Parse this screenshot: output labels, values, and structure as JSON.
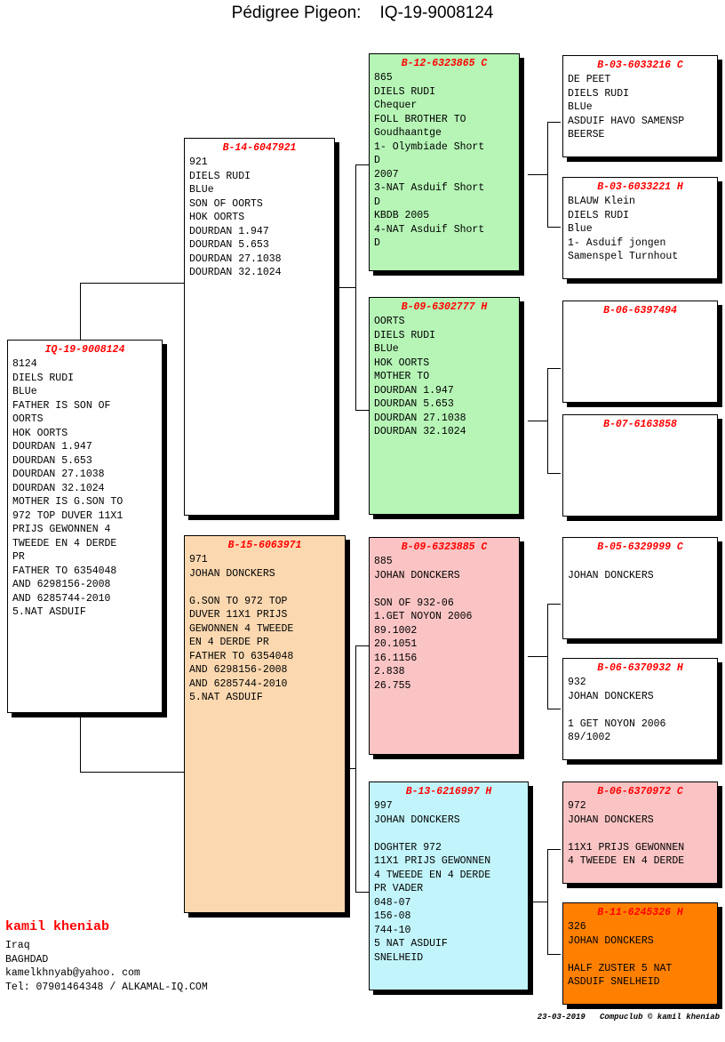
{
  "title": "Pédigree Pigeon:    IQ-19-9008124",
  "colors": {
    "title_text": "#ff0000",
    "body_text": "#000000",
    "green": "#b6f5b6",
    "orange_light": "#fbd8b0",
    "pink": "#fac4c4",
    "cyan": "#c2f5fb",
    "orange": "#ff8000",
    "white": "#ffffff",
    "shadow": "#000000"
  },
  "boxes": {
    "subject": {
      "ring": "IQ-19-9008124",
      "body": "8124\nDIELS RUDI\nBLUe\nFATHER IS SON OF\nOORTS\nHOK OORTS\nDOURDAN 1.947\nDOURDAN 5.653\nDOURDAN 27.1038\nDOURDAN 32.1024\nMOTHER IS G.SON TO\n972 TOP DUVER 11X1\nPRIJS GEWONNEN 4\nTWEEDE EN 4 DERDE\nPR\nFATHER TO 6354048\nAND 6298156-2008\nAND 6285744-2010\n5.NAT ASDUIF",
      "color": "#ffffff"
    },
    "father": {
      "ring": "B-14-6047921",
      "body": "921\nDIELS RUDI\nBLUe\nSON OF OORTS\nHOK OORTS\nDOURDAN 1.947\nDOURDAN 5.653\nDOURDAN 27.1038\nDOURDAN 32.1024",
      "color": "#ffffff"
    },
    "mother": {
      "ring": "B-15-6063971",
      "body": "971\nJOHAN DONCKERS\n\nG.SON TO 972 TOP\nDUVER 11X1 PRIJS\nGEWONNEN 4 TWEEDE\nEN 4 DERDE PR\nFATHER TO 6354048\nAND 6298156-2008\nAND 6285744-2010\n5.NAT ASDUIF",
      "color": "#fbd8b0"
    },
    "gp1": {
      "ring": "B-12-6323865 C",
      "body": "865\nDIELS RUDI\nChequer\nFOLL BROTHER TO\nGoudhaantge\n1- Olymbiade Short\nD\n2007\n3-NAT Asduif Short\nD\nKBDB 2005\n4-NAT Asduif Short\nD",
      "color": "#b6f5b6"
    },
    "gp2": {
      "ring": "B-09-6302777 H",
      "body": "OORTS\nDIELS RUDI\nBLUe\nHOK OORTS\nMOTHER TO\nDOURDAN 1.947\nDOURDAN 5.653\nDOURDAN 27.1038\nDOURDAN 32.1024",
      "color": "#b6f5b6"
    },
    "gp3": {
      "ring": "B-09-6323885 C",
      "body": "885\nJOHAN DONCKERS\n\nSON OF 932-06\n1.GET NOYON 2006\n89.1002\n20.1051\n16.1156\n2.838\n26.755",
      "color": "#fac4c4"
    },
    "gp4": {
      "ring": "B-13-6216997 H",
      "body": "997\nJOHAN DONCKERS\n\nDOGHTER 972\n11X1 PRIJS GEWONNEN\n4 TWEEDE EN 4 DERDE\nPR VADER\n048-07\n156-08\n744-10\n5 NAT ASDUIF\nSNELHEID",
      "color": "#c2f5fb"
    },
    "ggp1": {
      "ring": "B-03-6033216 C",
      "body": "DE PEET\nDIELS RUDI\nBLUe\nASDUIF HAVO SAMENSP\nBEERSE",
      "color": "#ffffff"
    },
    "ggp2": {
      "ring": "B-03-6033221 H",
      "body": "BLAUW Klein\nDIELS RUDI\nBlue\n1- Asduif jongen\nSamenspel Turnhout",
      "color": "#ffffff"
    },
    "ggp3": {
      "ring": "B-06-6397494",
      "body": "",
      "color": "#ffffff"
    },
    "ggp4": {
      "ring": "B-07-6163858",
      "body": "",
      "color": "#ffffff"
    },
    "ggp5": {
      "ring": "B-05-6329999 C",
      "body": "\nJOHAN DONCKERS",
      "color": "#ffffff"
    },
    "ggp6": {
      "ring": "B-06-6370932 H",
      "body": "932\nJOHAN DONCKERS\n\n1 GET NOYON 2006\n89/1002",
      "color": "#ffffff"
    },
    "ggp7": {
      "ring": "B-06-6370972 C",
      "body": "972\nJOHAN DONCKERS\n\n11X1 PRIJS GEWONNEN\n4 TWEEDE EN 4 DERDE",
      "color": "#fac4c4"
    },
    "ggp8": {
      "ring": "B-11-6245326 H",
      "body": "326\nJOHAN DONCKERS\n\nHALF ZUSTER 5 NAT\nASDUIF SNELHEID",
      "color": "#ff8000"
    }
  },
  "owner": {
    "name": "kamil kheniab",
    "details": "Iraq\nBAGHDAD\nkamelkhnyab@yahoo. com\nTel: 07901464348 / ALKAMAL-IQ.COM"
  },
  "footer": {
    "credit": "23-03-2019   Compuclub © kamil kheniab"
  }
}
